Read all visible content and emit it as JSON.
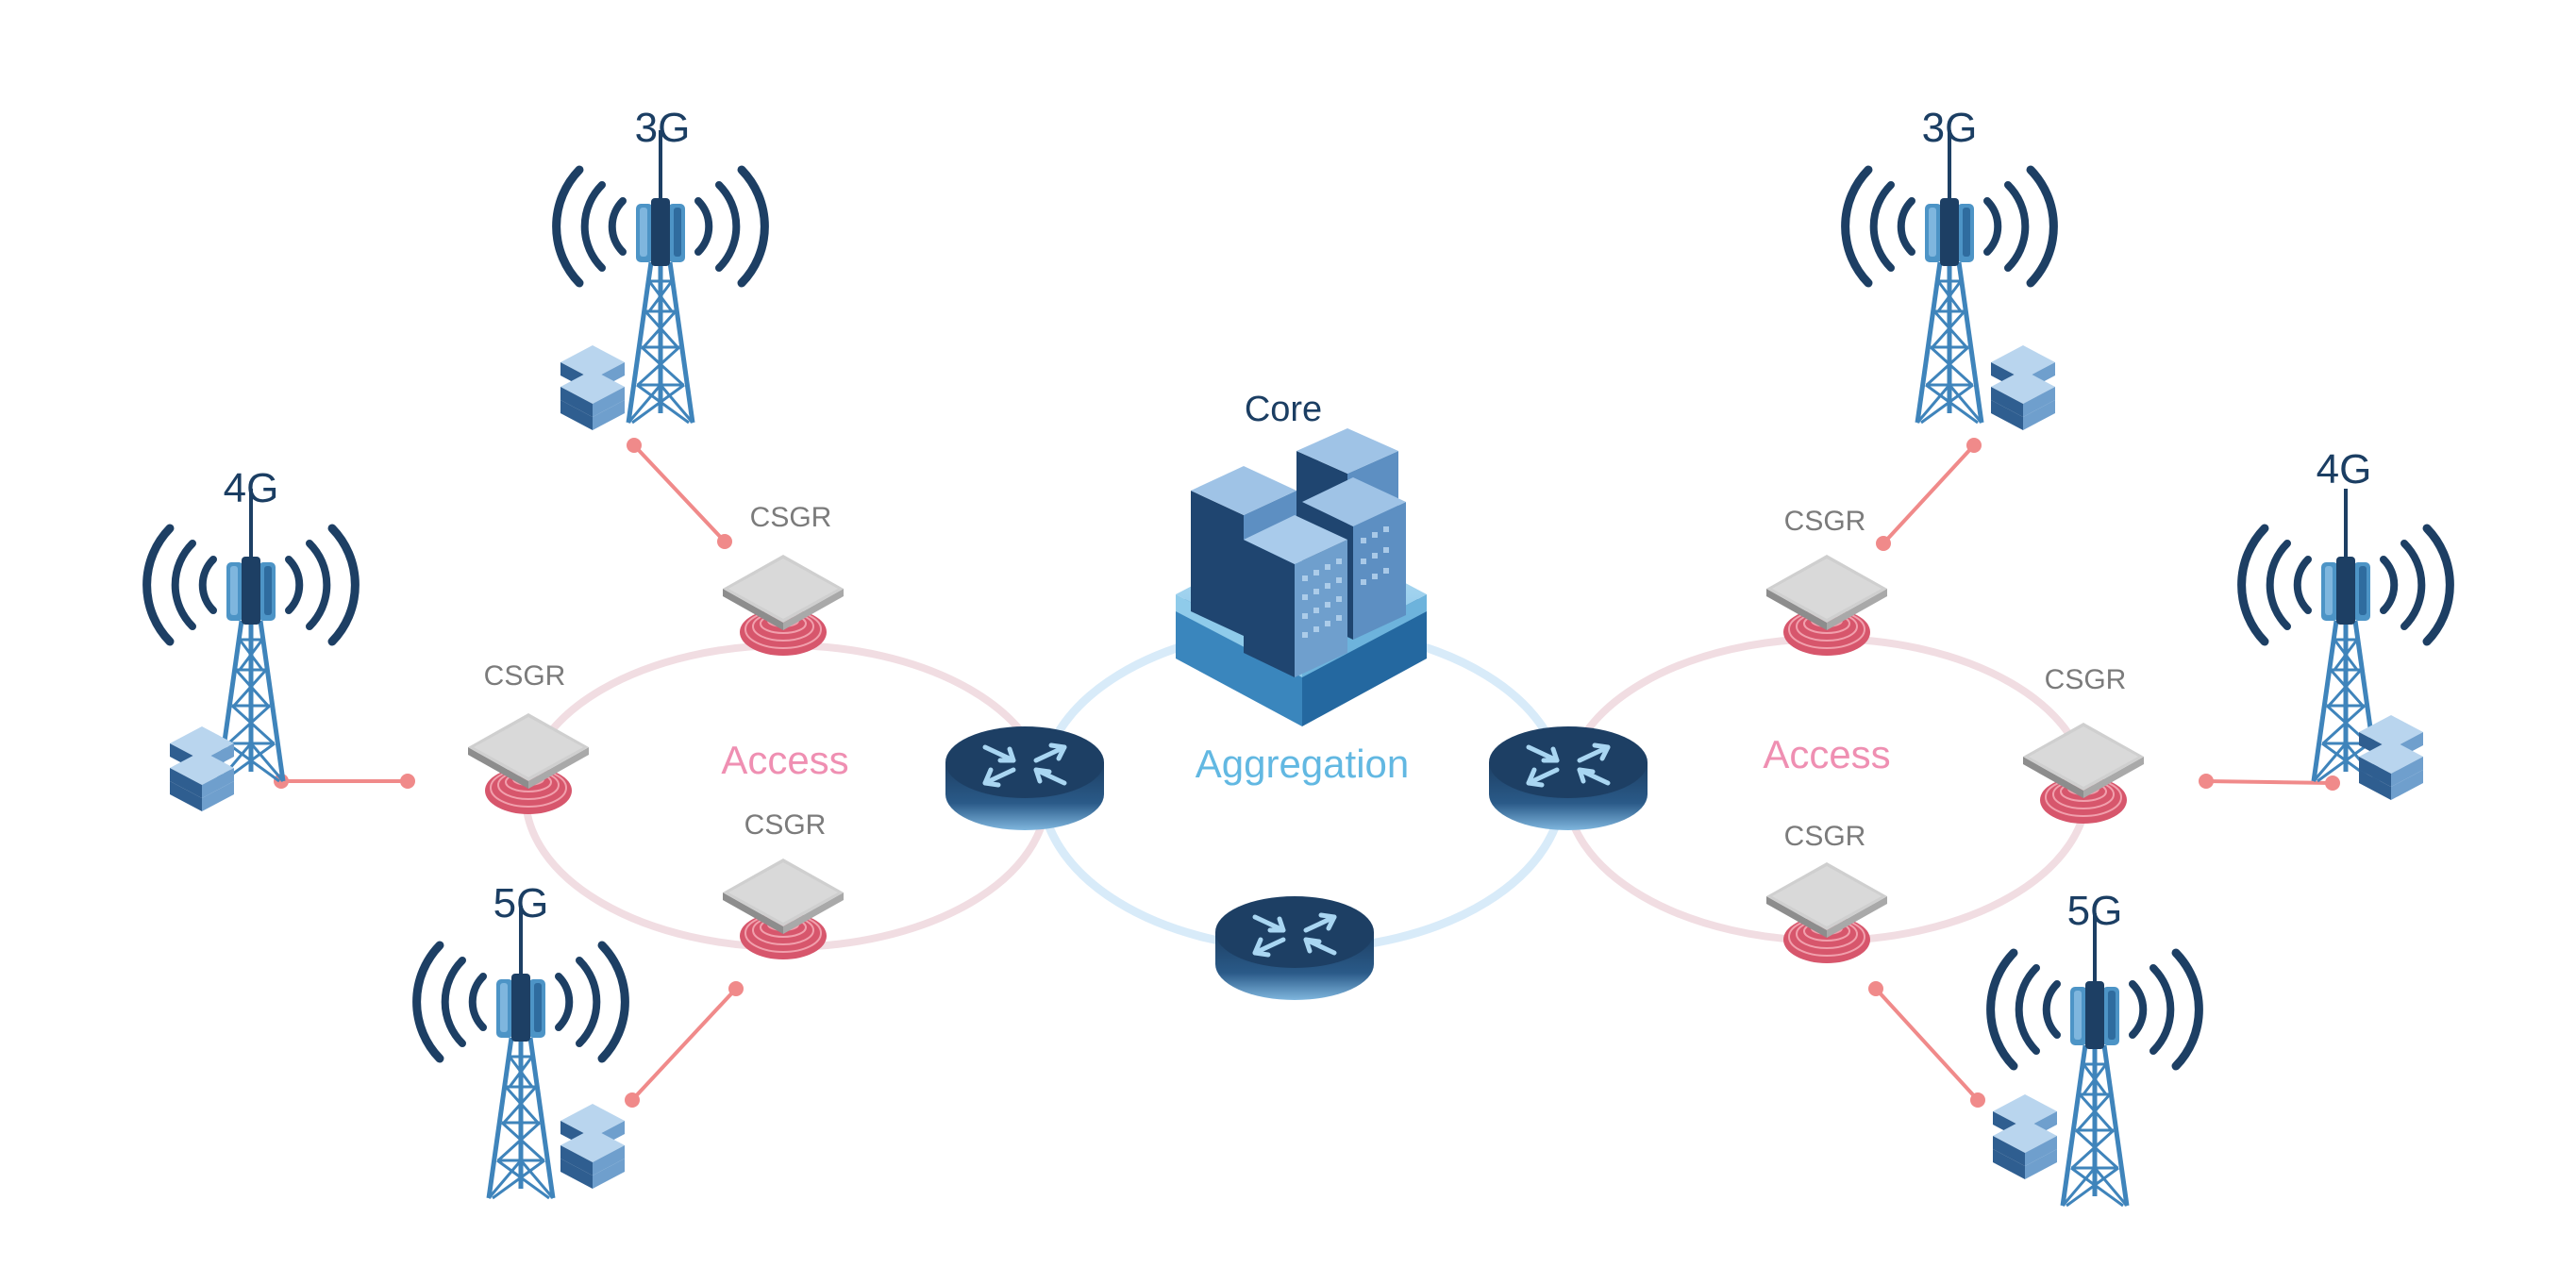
{
  "colors": {
    "navy": "#1d3f64",
    "tower_light": "#4d94c6",
    "access_ring": "#f1dde2",
    "aggregation_ring": "#d8ebf9",
    "link": "#f08a8a",
    "csgr_pad": "#d0d0d0",
    "csgr_base": "#d7566c",
    "access_text": "#ef8fb2",
    "aggregation_text": "#62b8e2"
  },
  "labels": {
    "core": "Core",
    "aggregation": "Aggregation",
    "access_left": "Access",
    "access_right": "Access"
  },
  "towers": [
    {
      "label": "3G",
      "icon": "cell-tower-icon"
    },
    {
      "label": "4G",
      "icon": "cell-tower-icon"
    },
    {
      "label": "5G",
      "icon": "cell-tower-icon"
    },
    {
      "label": "3G",
      "icon": "cell-tower-icon"
    },
    {
      "label": "4G",
      "icon": "cell-tower-icon"
    },
    {
      "label": "5G",
      "icon": "cell-tower-icon"
    }
  ],
  "csgr_nodes": [
    {
      "label": "CSGR"
    },
    {
      "label": "CSGR"
    },
    {
      "label": "CSGR"
    },
    {
      "label": "CSGR"
    },
    {
      "label": "CSGR"
    },
    {
      "label": "CSGR"
    }
  ],
  "routers": [
    {
      "icon": "router-icon"
    },
    {
      "icon": "router-icon"
    },
    {
      "icon": "router-icon"
    }
  ],
  "core_icon": "server-cluster-icon"
}
